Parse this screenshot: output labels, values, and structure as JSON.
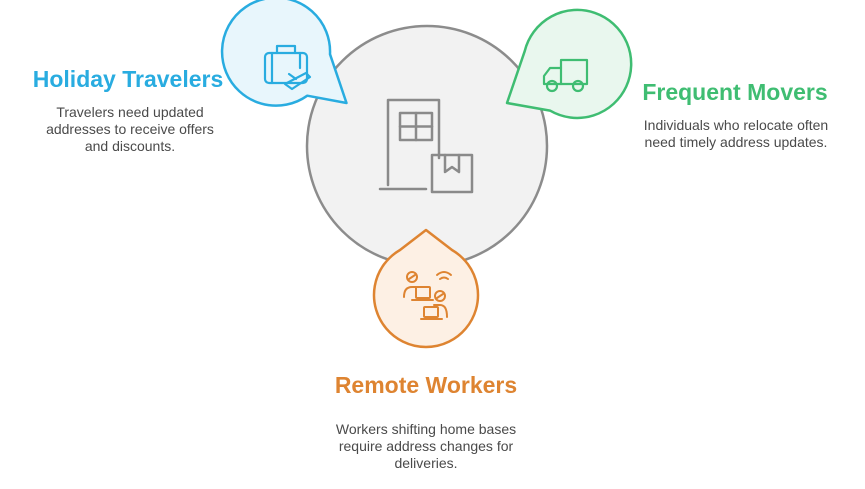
{
  "colors": {
    "holiday": "#29ace0",
    "holiday_fill": "#e8f6fc",
    "movers": "#3fbd72",
    "movers_fill": "#e9f7ee",
    "remote": "#de8431",
    "remote_fill": "#fdf0e4",
    "center_stroke": "#8c8c8c",
    "center_fill": "#f2f2f2",
    "center_icon": "#8a8a8a"
  },
  "center": {
    "icon": "building-with-package-icon"
  },
  "items": [
    {
      "id": "holiday",
      "title": "Holiday Travelers",
      "description": "Travelers need updated addresses to receive offers and discounts.",
      "icon": "luggage-with-plane-icon"
    },
    {
      "id": "movers",
      "title": "Frequent Movers",
      "description": "Individuals who relocate often need timely address updates.",
      "icon": "delivery-truck-icon"
    },
    {
      "id": "remote",
      "title": "Remote Workers",
      "description": "Workers shifting home bases require address changes for deliveries.",
      "icon": "remote-workers-laptop-icon"
    }
  ]
}
